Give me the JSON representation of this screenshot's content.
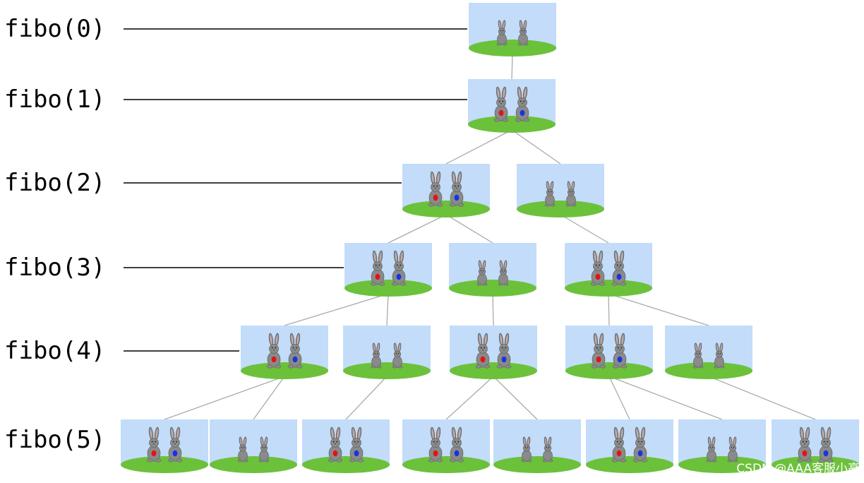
{
  "levels": [
    {
      "label": "fibo(0)",
      "pairs": [
        "young"
      ]
    },
    {
      "label": "fibo(1)",
      "pairs": [
        "adult"
      ]
    },
    {
      "label": "fibo(2)",
      "pairs": [
        "adult",
        "young"
      ]
    },
    {
      "label": "fibo(3)",
      "pairs": [
        "adult",
        "young",
        "adult"
      ]
    },
    {
      "label": "fibo(4)",
      "pairs": [
        "adult",
        "young",
        "adult",
        "adult",
        "young"
      ]
    },
    {
      "label": "fibo(5)",
      "pairs": [
        "adult",
        "young",
        "adult",
        "adult",
        "young",
        "adult",
        "young",
        "adult"
      ]
    }
  ],
  "pair_kinds": {
    "adult": "grown rabbit pair with red and blue belly marks",
    "young": "small baby rabbit pair"
  },
  "colors": {
    "sky": "#c2dcfa",
    "grass": "#6cc13b",
    "rabbit": "#8a8a8a",
    "ear_inner": "#c9a9a6",
    "mark_left": "#e01515",
    "mark_right": "#1535e0",
    "connector": "#aaaaaa",
    "label_line": "#000000"
  },
  "watermark": "CSDN @AAA客服小高"
}
